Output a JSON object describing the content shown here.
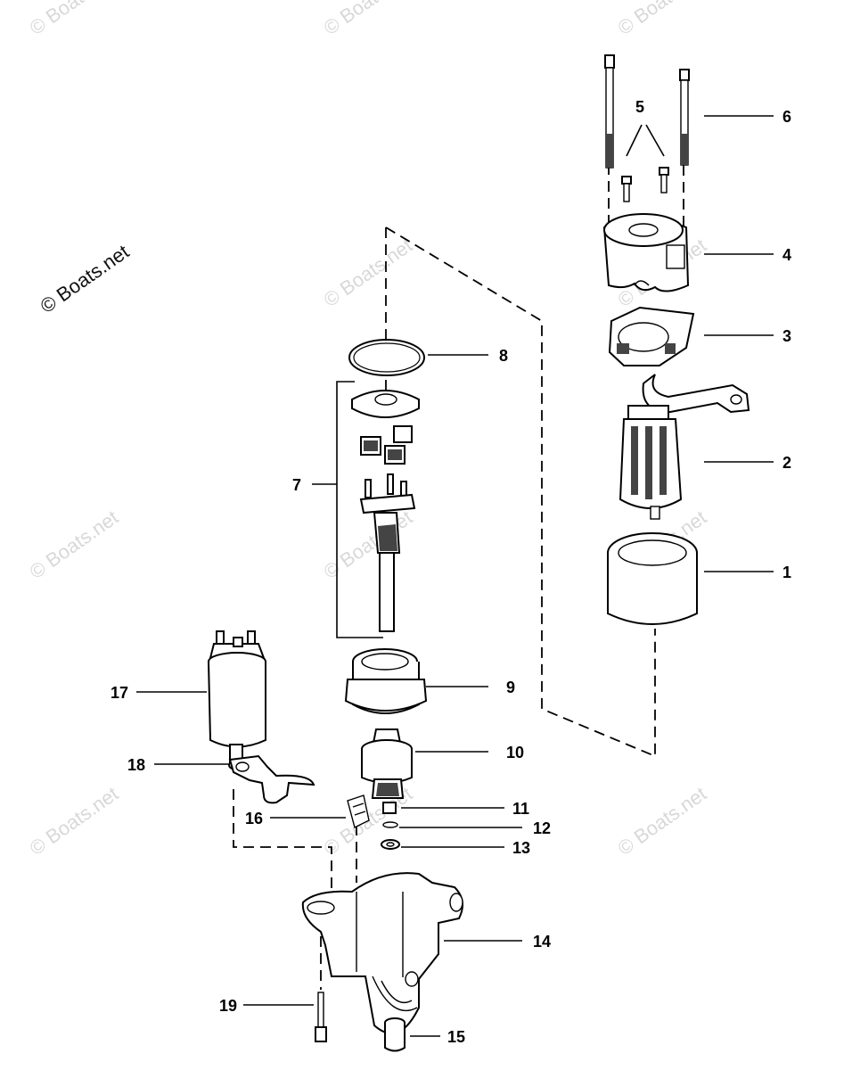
{
  "watermark": {
    "main_text": "© Boats.net",
    "faint_text": "© Boats.net"
  },
  "callouts": [
    {
      "id": "1",
      "label": "1"
    },
    {
      "id": "2",
      "label": "2"
    },
    {
      "id": "3",
      "label": "3"
    },
    {
      "id": "4",
      "label": "4"
    },
    {
      "id": "5",
      "label": "5"
    },
    {
      "id": "6",
      "label": "6"
    },
    {
      "id": "7",
      "label": "7"
    },
    {
      "id": "8",
      "label": "8"
    },
    {
      "id": "9",
      "label": "9"
    },
    {
      "id": "10",
      "label": "10"
    },
    {
      "id": "11",
      "label": "11"
    },
    {
      "id": "12",
      "label": "12"
    },
    {
      "id": "13",
      "label": "13"
    },
    {
      "id": "14",
      "label": "14"
    },
    {
      "id": "15",
      "label": "15"
    },
    {
      "id": "16",
      "label": "16"
    },
    {
      "id": "17",
      "label": "17"
    },
    {
      "id": "18",
      "label": "18"
    },
    {
      "id": "19",
      "label": "19"
    }
  ],
  "colors": {
    "line": "#000000",
    "background": "#ffffff",
    "watermark": "#d8d8d8"
  }
}
